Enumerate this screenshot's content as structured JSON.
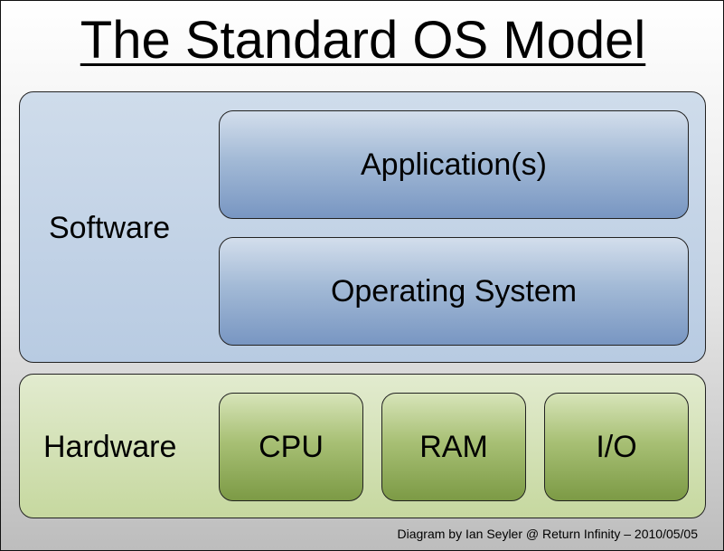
{
  "title": "The Standard OS Model",
  "software": {
    "label": "Software",
    "layers": {
      "application": "Application(s)",
      "operating_system": "Operating System"
    }
  },
  "hardware": {
    "label": "Hardware",
    "components": {
      "cpu": "CPU",
      "ram": "RAM",
      "io": "I/O"
    }
  },
  "credit": "Diagram by Ian Seyler @ Return Infinity – 2010/05/05",
  "colors": {
    "software_fill": "#b8cbe2",
    "software_box": "#7896c2",
    "hardware_fill": "#c6d89f",
    "hardware_box": "#7c9a45"
  }
}
